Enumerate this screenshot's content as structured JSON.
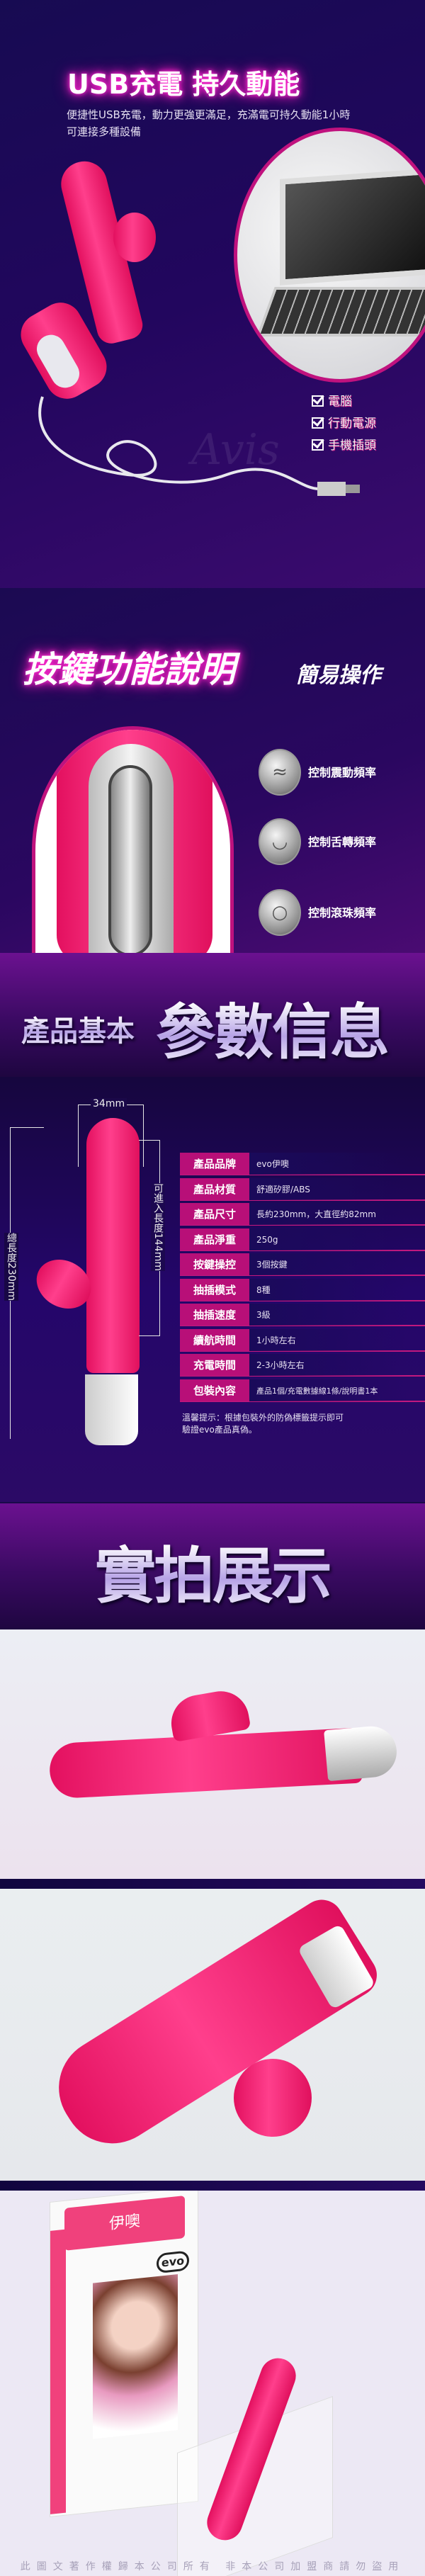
{
  "usb_section": {
    "title": "USB充電 持久動能",
    "description_line1": "便捷性USB充電，動力更強更滿足，充滿電可持久動能1小時",
    "description_line2": "可連接多種設備",
    "devices": [
      "電腦",
      "行動電源",
      "手機插頭"
    ],
    "watermark": "Avis"
  },
  "buttons_section": {
    "title": "按鍵功能說明",
    "subtitle": "簡易操作",
    "functions": [
      {
        "icon": "wave-icon",
        "label": "控制震動頻率"
      },
      {
        "icon": "rotate-icon",
        "label": "控制舌轉頻率"
      },
      {
        "icon": "bead-icon",
        "label": "控制滾珠頻率"
      }
    ]
  },
  "params_header": {
    "small": "產品基本",
    "large": "參數信息"
  },
  "params": {
    "width_label": "34mm",
    "insert_length_label": "可進入長度144mm",
    "total_length_label": "總長度230mm",
    "rows": [
      {
        "key": "產品品牌",
        "value": "evo伊噢"
      },
      {
        "key": "產品材質",
        "value": "舒適矽膠/ABS"
      },
      {
        "key": "產品尺寸",
        "value": "長約230mm，大直徑約82mm"
      },
      {
        "key": "產品淨重",
        "value": "250g"
      },
      {
        "key": "按鍵操控",
        "value": "3個按鍵"
      },
      {
        "key": "抽插模式",
        "value": "8種"
      },
      {
        "key": "抽插速度",
        "value": "3級"
      },
      {
        "key": "續航時間",
        "value": "1小時左右"
      },
      {
        "key": "充電時間",
        "value": "2-3小時左右"
      },
      {
        "key": "包裝內容",
        "value": "產品1個/充電數據線1條/說明書1本"
      }
    ],
    "note_line1": "溫馨提示：根據包裝外的防偽標籤提示即可",
    "note_line2": "驗證evo產品真偽。"
  },
  "photos_header": {
    "title": "實拍展示"
  },
  "package": {
    "brand_cn": "伊噢",
    "brand_en": "evo"
  },
  "footer": {
    "copyright": "此圖文著作權歸本公司所有 非本公司加盟商請勿盜用"
  },
  "colors": {
    "accent_pink": "#c0127e",
    "product_pink": "#ff2f80",
    "bg_purple": "#22065e"
  }
}
